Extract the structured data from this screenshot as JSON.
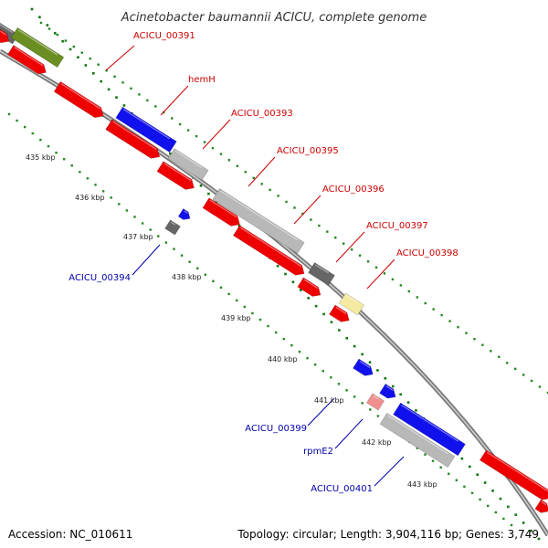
{
  "title": "Acinetobacter baumannii ACICU, complete genome",
  "accession_text": "Accession: NC_010611",
  "summary_text": "Topology: circular; Length: 3,904,116 bp; Genes: 3,749",
  "colors": {
    "forward_label": "#cc0000",
    "reverse_label": "#0000aa",
    "backbone": "#888888",
    "tick_major": "#117711",
    "tick_minor": "#228822",
    "red": "#ee0000",
    "blue": "#1111ee",
    "gray": "#b8b8b8",
    "darkgray": "#666666",
    "olive": "#6b8e23",
    "yellow": "#f5eba0",
    "pink": "#f09090"
  },
  "ticks": [
    {
      "label": "435 kbp"
    },
    {
      "label": "436 kbp"
    },
    {
      "label": "437 kbp"
    },
    {
      "label": "438 kbp"
    },
    {
      "label": "439 kbp"
    },
    {
      "label": "440 kbp"
    },
    {
      "label": "441 kbp"
    },
    {
      "label": "442 kbp"
    },
    {
      "label": "443 kbp"
    }
  ],
  "gene_labels": [
    {
      "text": "ACICU_00391",
      "strand": "forward"
    },
    {
      "text": "hemH",
      "strand": "forward"
    },
    {
      "text": "ACICU_00393",
      "strand": "forward"
    },
    {
      "text": "ACICU_00395",
      "strand": "forward"
    },
    {
      "text": "ACICU_00396",
      "strand": "forward"
    },
    {
      "text": "ACICU_00397",
      "strand": "forward"
    },
    {
      "text": "ACICU_00398",
      "strand": "forward"
    },
    {
      "text": "ACICU_00394",
      "strand": "reverse"
    },
    {
      "text": "ACICU_00399",
      "strand": "reverse"
    },
    {
      "text": "rpmE2",
      "strand": "reverse"
    },
    {
      "text": "ACICU_00401",
      "strand": "reverse"
    }
  ],
  "features": [
    {
      "color": "darkgray"
    },
    {
      "color": "olive"
    },
    {
      "color": "red"
    },
    {
      "color": "red"
    },
    {
      "color": "red"
    },
    {
      "color": "blue"
    },
    {
      "color": "red"
    },
    {
      "color": "gray"
    },
    {
      "color": "red"
    },
    {
      "color": "gray"
    },
    {
      "color": "red"
    },
    {
      "color": "red"
    },
    {
      "color": "darkgray"
    },
    {
      "color": "red"
    },
    {
      "color": "yellow"
    },
    {
      "color": "red"
    },
    {
      "color": "darkgray"
    },
    {
      "color": "blue"
    },
    {
      "color": "blue"
    },
    {
      "color": "blue"
    },
    {
      "color": "pink"
    },
    {
      "color": "blue"
    },
    {
      "color": "gray"
    },
    {
      "color": "red"
    },
    {
      "color": "red"
    }
  ]
}
